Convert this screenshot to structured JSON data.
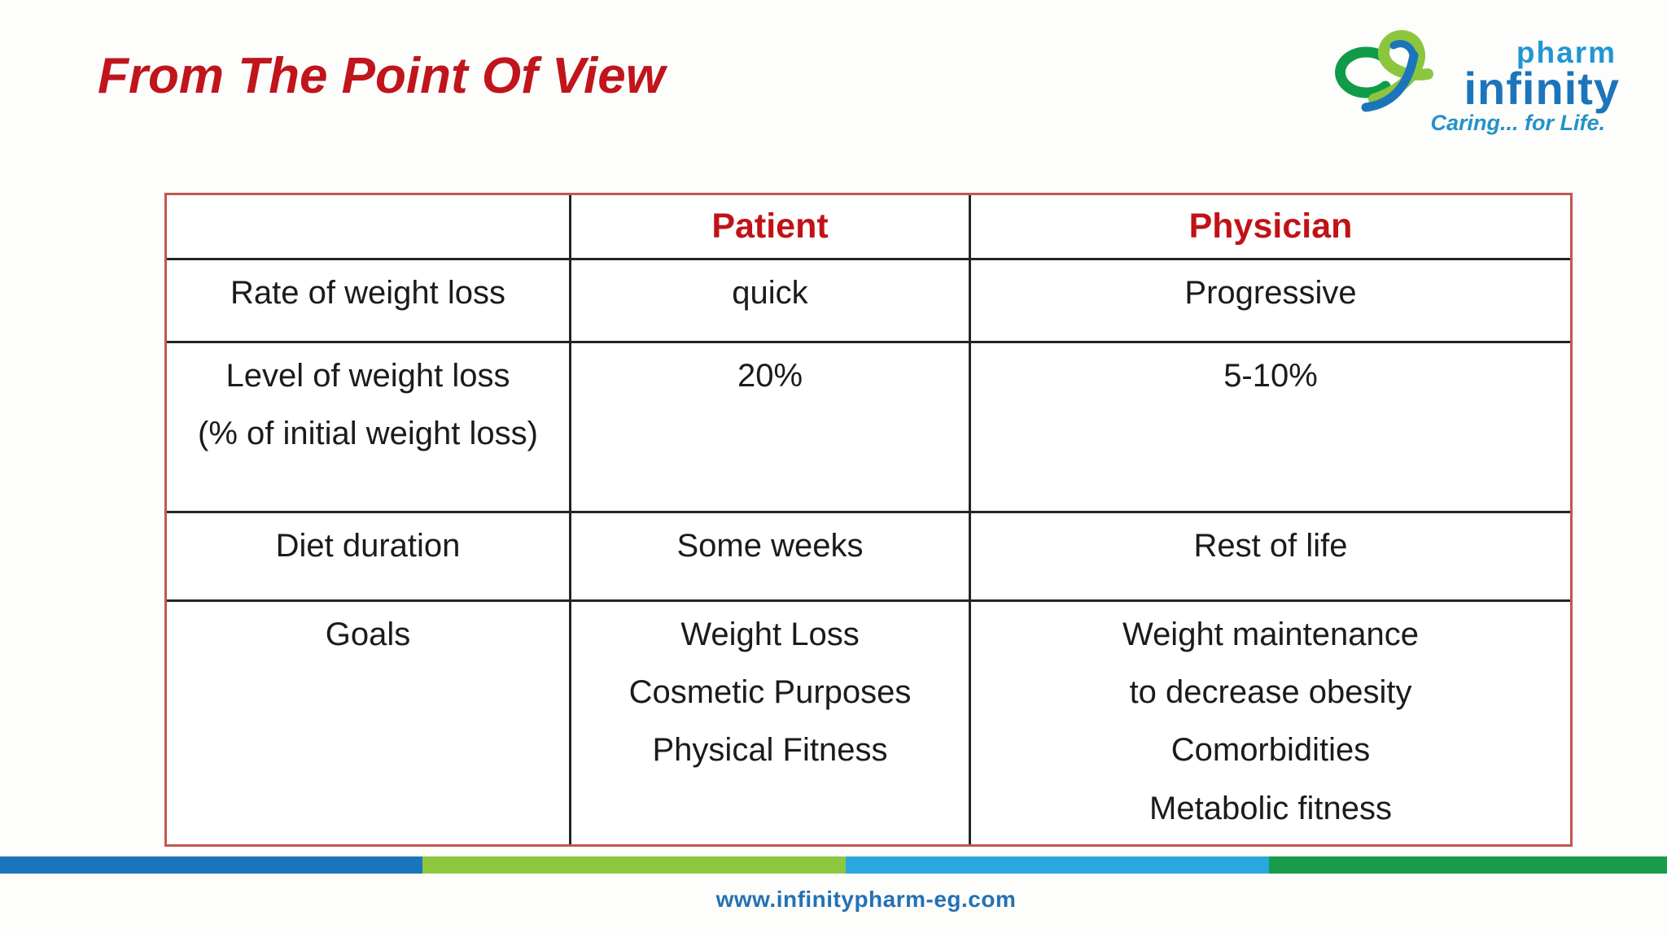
{
  "slide": {
    "title": "From The Point Of View",
    "footer_url": "www.infinitypharm-eg.com"
  },
  "logo": {
    "pharm": "pharm",
    "infinity": "infinity",
    "tagline": "Caring... for Life."
  },
  "table": {
    "headers": [
      "",
      "Patient",
      "Physician"
    ],
    "rows": [
      {
        "cells": [
          "Rate of weight loss",
          "quick",
          "Progressive"
        ]
      },
      {
        "cells": [
          "Level of weight loss\n(% of initial weight loss)",
          "20%",
          "5-10%"
        ]
      },
      {
        "cells": [
          "Diet duration",
          "Some weeks",
          "Rest of life"
        ]
      },
      {
        "cells": [
          "Goals",
          "Weight Loss\nCosmetic Purposes\nPhysical Fitness",
          "Weight maintenance\nto decrease obesity\nComorbidities\nMetabolic fitness"
        ]
      }
    ]
  },
  "colors": {
    "title_red": "#c0151b",
    "header_red": "#c01217",
    "table_outer_border": "#c0584c",
    "table_inner_border": "#242424",
    "body_text": "#1b1b1b",
    "footer_blue": "#2471b4",
    "logo_blue": "#1c75bb",
    "logo_light_blue": "#2196d3",
    "logo_tagline_blue": "#2592c8",
    "logo_light_green": "#8cc63f",
    "logo_dark_green": "#0f9b48",
    "bottom_bar_segments": [
      "#1b75bc",
      "#8dc63f",
      "#29a8df",
      "#189b4a"
    ]
  }
}
